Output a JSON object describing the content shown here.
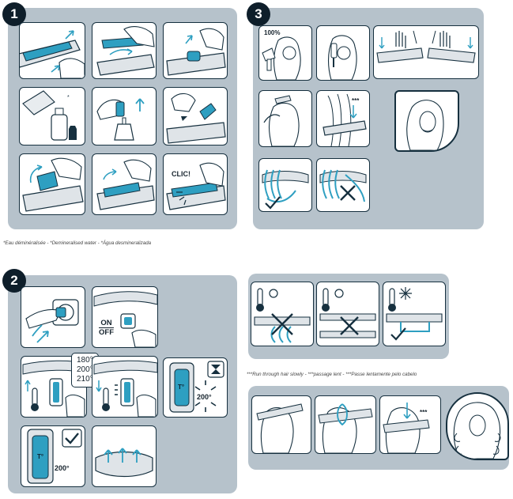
{
  "sections": {
    "s1": {
      "badge": "1"
    },
    "s2": {
      "badge": "2"
    },
    "s3": {
      "badge": "3"
    }
  },
  "labels": {
    "clic": "CLIC!",
    "percent": "100%",
    "on": "ON",
    "off": "OFF",
    "temp_180": "180°",
    "temp_200": "200°",
    "temp_210": "210°",
    "display_t": "T°",
    "display_200": "200°",
    "display_200b": "200°",
    "display_t2": "T°",
    "stars_1": "***",
    "stars_2": "***"
  },
  "notes": {
    "water": "*Eau déminéralisée - *Demineralised water - *Água desmineralizada",
    "slowly": "***Run through hair slowly - ***passage lent - ***Passe lentamente pelo cabelo"
  },
  "colors": {
    "panel": "#b6c2cb",
    "accent": "#2e9fc1",
    "ink": "#16303f",
    "badge": "#0e1e2a"
  }
}
